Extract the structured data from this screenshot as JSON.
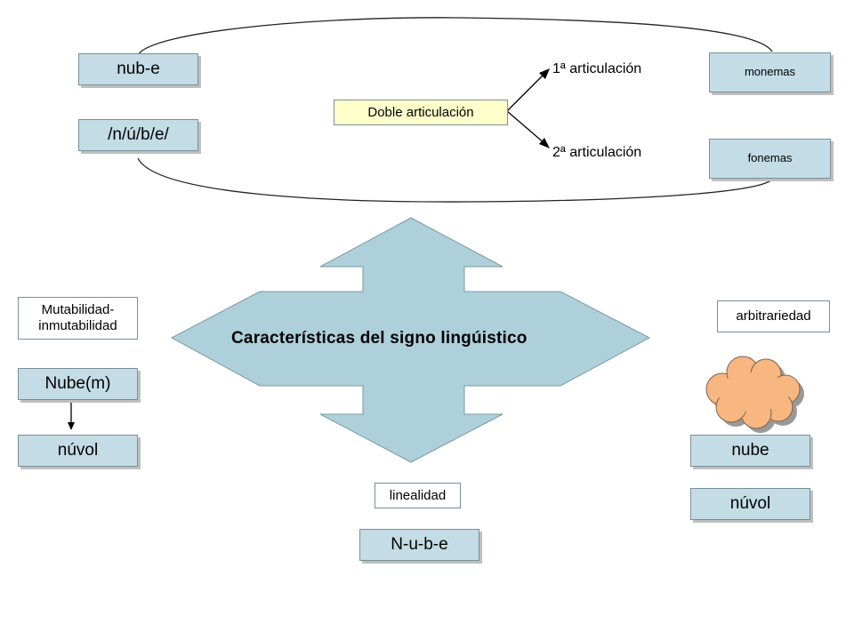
{
  "top": {
    "morph_box": "nub-e",
    "phon_box": "/n/ú/b/e/",
    "doble": "Doble articulación",
    "art1": "1ª articulación",
    "art2": "2ª articulación",
    "monemas": "monemas",
    "fonemas": "fonemas"
  },
  "center": {
    "title": "Características del signo lingúistico"
  },
  "left": {
    "mutabilidad": "Mutabilidad-\ninmutabilidad",
    "nube_m": "Nube(m)",
    "nuvol": "núvol"
  },
  "right": {
    "arbitrariedad": "arbitrariedad",
    "nube": "nube",
    "nuvol": "núvol"
  },
  "bottom": {
    "linealidad": "linealidad",
    "nube_seq": "N-u-b-e"
  },
  "colors": {
    "box_fill": "#c4dce5",
    "arrow_fill": "#add0da",
    "cloud_fill": "#f8b780",
    "yellow_fill": "#ffffcc"
  }
}
